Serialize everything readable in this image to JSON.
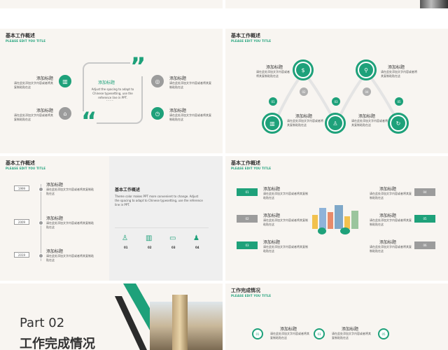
{
  "slide2": {
    "header": "基本工作概述",
    "subheader": "PLEASE EDIT YOU TITLE",
    "center_title": "添加标题",
    "center_body": "Adjust the spacing to adapt to Chinese typesetting, use the reference line in PPT.",
    "center_dots": "- - - -",
    "items": [
      {
        "title": "添加标题",
        "body": "请在此处添加文字内容或者将其复制粘贴在这"
      },
      {
        "title": "添加标题",
        "body": "请在此处添加文字内容或者将其复制粘贴在这"
      },
      {
        "title": "添加标题",
        "body": "请在此处添加文字内容或者将其复制粘贴在这"
      },
      {
        "title": "添加标题",
        "body": "请在此处添加文字内容或者将其复制粘贴在这"
      }
    ],
    "quote_open": "“",
    "quote_close": "”"
  },
  "slide3": {
    "header": "基本工作概述",
    "subheader": "PLEASE EDIT YOU TITLE",
    "items": [
      {
        "num": "01",
        "title": "添加标题",
        "body": "请在此处添加文字内容或者将其复制粘贴在这"
      },
      {
        "num": "02",
        "title": "添加标题",
        "body": "请在此处添加文字内容或者将其复制粘贴在这"
      },
      {
        "num": "03",
        "title": "添加标题",
        "body": "请在此处添加文字内容或者将其复制粘贴在这"
      },
      {
        "num": "04",
        "title": "添加标题",
        "body": "请在此处添加文字内容或者将其复制粘贴在这"
      },
      {
        "num": "05",
        "title": "添加标题",
        "body": "请在此处添加文字内容或者将其复制粘贴在这"
      }
    ]
  },
  "slide4": {
    "header": "基本工作概述",
    "subheader": "PLEASE EDIT YOU TITLE",
    "timeline": [
      {
        "year": "1999",
        "title": "添加标题",
        "body": "请在此处添加文字内容或者将其复制粘贴在这"
      },
      {
        "year": "2009",
        "title": "添加标题",
        "body": "请在此处添加文字内容或者将其复制粘贴在这"
      },
      {
        "year": "2019",
        "title": "添加标题",
        "body": "请在此处添加文字内容或者将其复制粘贴在这"
      }
    ],
    "panel_title": "基本工作概述",
    "panel_body": "Theme color makes PPT more convenient to change. Adjust the spacing to adapt to Chinese typesetting, use the reference line in PPT.",
    "panel_nums": [
      "01",
      "02",
      "03",
      "04"
    ]
  },
  "slide5": {
    "header": "基本工作概述",
    "subheader": "PLEASE EDIT YOU TITLE",
    "left": [
      {
        "num": "01",
        "title": "添加标题",
        "body": "请在此处添加文字内容或者将其复制粘贴在这"
      },
      {
        "num": "02",
        "title": "添加标题",
        "body": "请在此处添加文字内容或者将其复制粘贴在这"
      },
      {
        "num": "03",
        "title": "添加标题",
        "body": "请在此处添加文字内容或者将其复制粘贴在这"
      }
    ],
    "right": [
      {
        "num": "04",
        "title": "添加标题",
        "body": "请在此处添加文字内容或者将其复制粘贴在这"
      },
      {
        "num": "05",
        "title": "添加标题",
        "body": "请在此处添加文字内容或者将其复制粘贴在这"
      },
      {
        "num": "06",
        "title": "添加标题",
        "body": "请在此处添加文字内容或者将其复制粘贴在这"
      }
    ]
  },
  "slide6": {
    "part": "Part 02",
    "title": "工作完成情况"
  },
  "slide7": {
    "header": "工作完成情况",
    "subheader": "PLEASE EDIT YOU TITLE",
    "items": [
      {
        "num": "01",
        "title": "添加标题",
        "body": "请在此处添加文字内容或者将其复制粘贴在这"
      },
      {
        "num": "03",
        "title": "添加标题",
        "body": "请在此处添加文字内容或者将其复制粘贴在这"
      },
      {
        "num": "05",
        "title": "",
        "body": ""
      }
    ]
  },
  "colors": {
    "accent": "#1ea17a",
    "gray": "#9c9c9c",
    "bg": "#f8f5f1"
  }
}
